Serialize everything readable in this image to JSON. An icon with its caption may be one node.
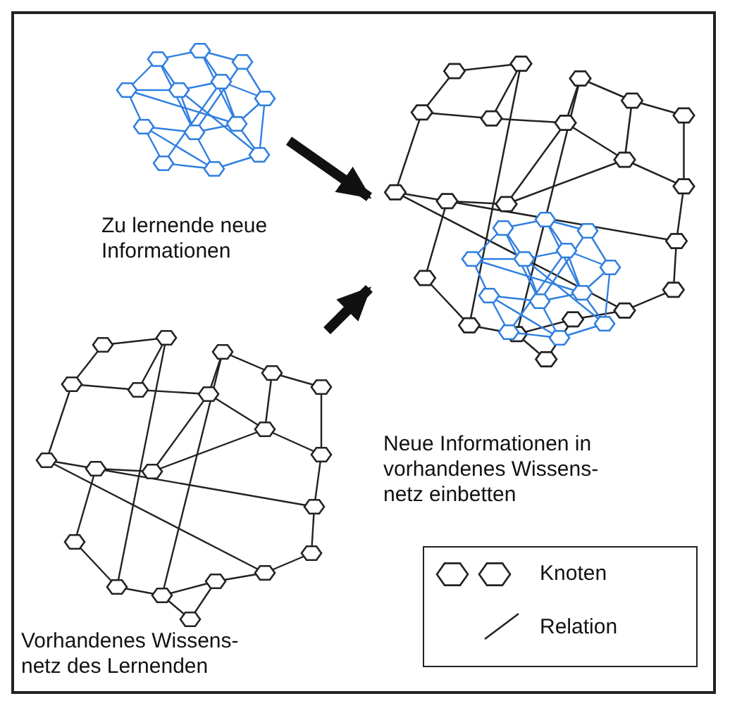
{
  "diagram": {
    "nodes": [
      {
        "text": [
          "Zu lernende neue Informationen"
        ]
      },
      {
        "text": [
          "Neue Informationen in vorhandenes Wissens- netz einbetten"
        ]
      },
      {
        "text": [
          "Vorhandenes Wissens- netz des Lernenden"
        ]
      }
    ],
    "edges": [
      {
        "from": 0,
        "to": 1,
        "arrow": "to"
      },
      {
        "from": 2,
        "to": 1,
        "arrow": "to"
      }
    ],
    "legend": [
      {
        "text": "Knoten"
      },
      {
        "text": "Relation"
      }
    ]
  }
}
